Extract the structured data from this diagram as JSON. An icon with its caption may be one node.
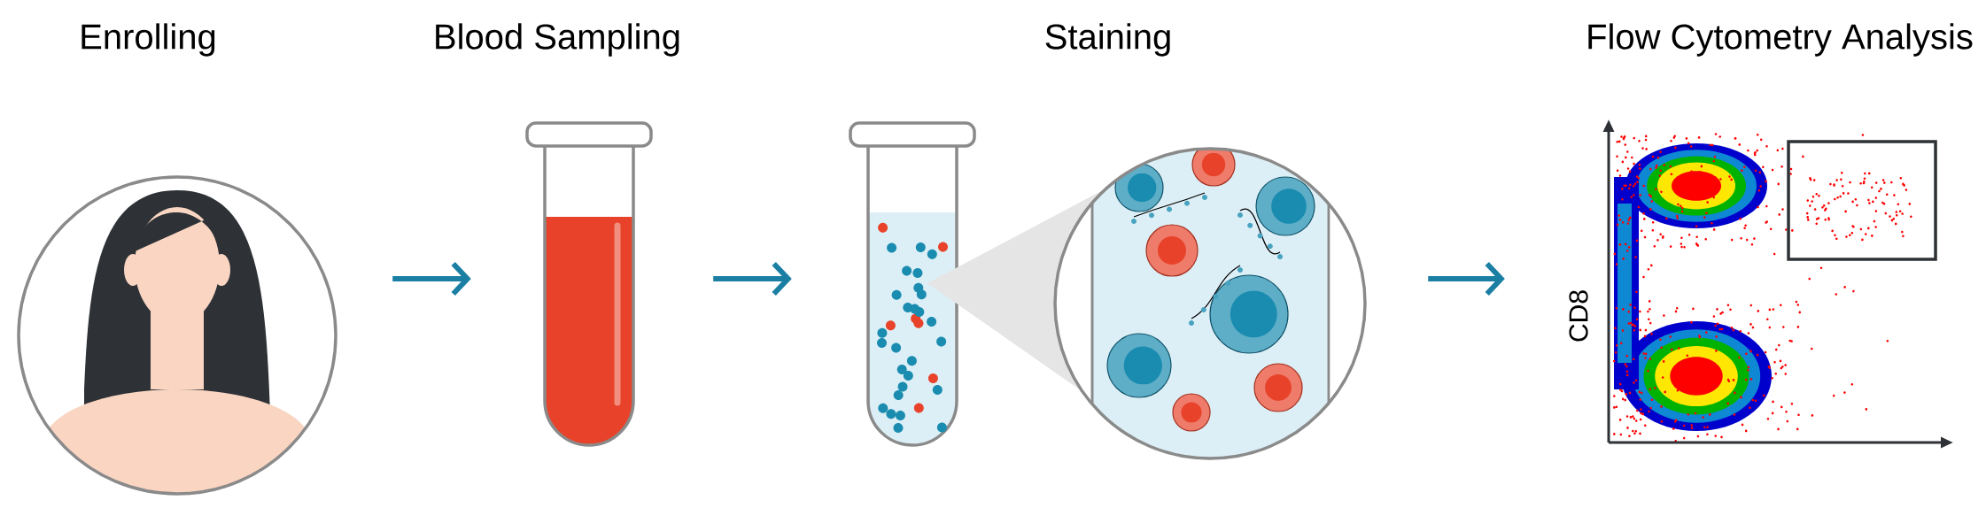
{
  "diagram": {
    "nodes": [
      {
        "text": [
          "Enrolling"
        ]
      },
      {
        "text": [
          "Blood Sampling"
        ]
      },
      {
        "text": [
          "Staining"
        ]
      },
      {
        "text": [
          "Flow Cytometry Analysis"
        ]
      }
    ],
    "edges": [
      {
        "from": 0,
        "to": 1,
        "arrow": "to"
      },
      {
        "from": 1,
        "to": 2,
        "arrow": "to"
      },
      {
        "from": 2,
        "to": 3,
        "arrow": "to"
      }
    ],
    "labels": [
      "CD8"
    ]
  }
}
